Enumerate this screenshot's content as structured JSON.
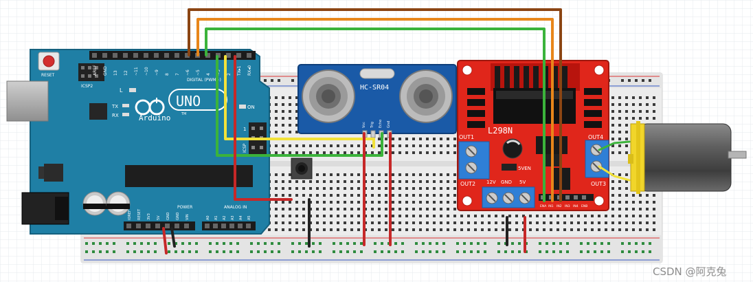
{
  "arduino": {
    "reset": "RESET",
    "icsp2": "ICSP2",
    "icsp": "ICSP",
    "logo": "UNO",
    "brand": "Arduino",
    "tm": "TM",
    "digital": "DIGITAL (PWM~)",
    "on": "ON",
    "L": "L",
    "tx": "TX",
    "rx": "RX",
    "one": "1",
    "power": "POWER",
    "analog": "ANALOG IN",
    "top_pins": [
      "AREF",
      "GND",
      "13",
      "12",
      "~11",
      "~10",
      "~9",
      "8",
      "7",
      "~6",
      "~5",
      "4",
      "~3",
      "2",
      "TX▸1",
      "RX◂0"
    ],
    "power_pins": [
      "IOREF",
      "RESET",
      "3V3",
      "5V",
      "GND",
      "GND",
      "VIN"
    ],
    "analog_pins": [
      "A0",
      "A1",
      "A2",
      "A3",
      "A4",
      "A5"
    ]
  },
  "sensor": {
    "name": "HC-SR04",
    "pins": [
      "Vcc",
      "Trig",
      "Echo",
      "Gnd"
    ]
  },
  "driver": {
    "name": "L298N",
    "out1": "OUT1",
    "out2": "OUT2",
    "out3": "OUT3",
    "out4": "OUT4",
    "v12": "12V",
    "gnd": "GND",
    "v5": "5V",
    "en": "5VEN",
    "ctrl_pins": [
      "ENA",
      "IN1",
      "IN2",
      "IN3",
      "IN4",
      "ENB"
    ]
  },
  "watermark": "CSDN @阿克兔",
  "colors": {
    "arduino_board": "#1f7fa5",
    "driver_board": "#e0261b",
    "sensor_board": "#1a5aa7",
    "wire_brown": "#8b4513",
    "wire_orange": "#e8861a",
    "wire_green": "#3bb33b",
    "wire_yellow": "#f2e23a",
    "wire_red": "#c62828",
    "wire_black": "#222222",
    "motor_yellow": "#f1d52a"
  }
}
